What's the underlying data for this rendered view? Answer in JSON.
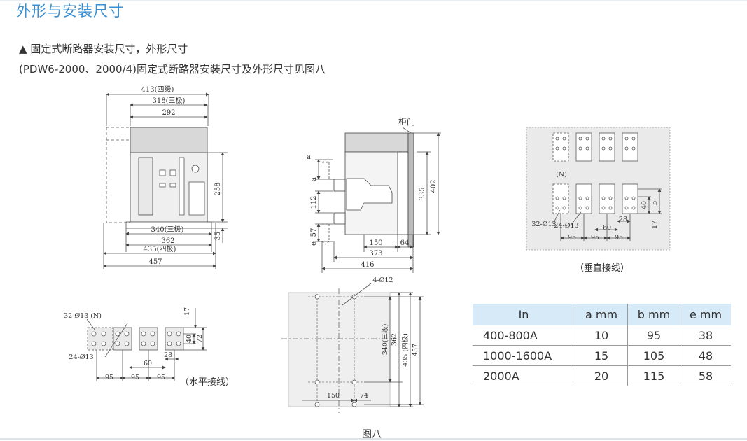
{
  "section_title": "外形与安装尺寸",
  "subtitle": "固定式断路器安装尺寸，外形尺寸",
  "description": "(PDW6-2000、2000/4)固定式断路器安装尺寸及外形尺寸见图八",
  "colors": {
    "title_accent": "#3a8fd0",
    "table_header_bg": "#d7eaf7"
  },
  "front_view": {
    "w_4p": "413(四级)",
    "w_3p": "318(三极)",
    "w_292": "292",
    "h_258": "258",
    "h_35": "35",
    "base_3p": "340(三极)",
    "base_362": "362",
    "base_4p": "435(四极)",
    "total_457": "457"
  },
  "side_view": {
    "door": "柜门",
    "a": "a",
    "d112": "112",
    "d57": "57",
    "e": "e",
    "d335": "335",
    "d402": "402",
    "d150": "150",
    "d64": "64",
    "d373": "373",
    "d416": "416"
  },
  "vertical": {
    "n": "(N)",
    "holes_32": "32-Ø13",
    "holes_24": "24-Ø13",
    "d60": "60",
    "d28": "28",
    "d95": "95",
    "d40": "40",
    "b": "b",
    "d17": "17"
  },
  "horizontal": {
    "holes_32": "32-Ø13 (N)",
    "holes_24": "24-Ø13",
    "d60": "60",
    "d28": "28",
    "d95": "95",
    "d17": "17",
    "d40": "40",
    "d72": "72"
  },
  "mounting": {
    "holes": "4-Ø12",
    "d340_3p": "340(三级)",
    "d362": "362",
    "d435_4p": "435 (四极)",
    "d457": "457",
    "d150": "150",
    "d74": "74"
  },
  "captions": {
    "vertical": "（垂直接线）",
    "horizontal": "（水平接线）"
  },
  "table": {
    "headers": [
      "In",
      "a mm",
      "b mm",
      "e mm"
    ],
    "rows": [
      [
        "400-800A",
        "10",
        "95",
        "38"
      ],
      [
        "1000-1600A",
        "15",
        "105",
        "48"
      ],
      [
        "2000A",
        "20",
        "115",
        "58"
      ]
    ]
  },
  "figure_label": "图八"
}
